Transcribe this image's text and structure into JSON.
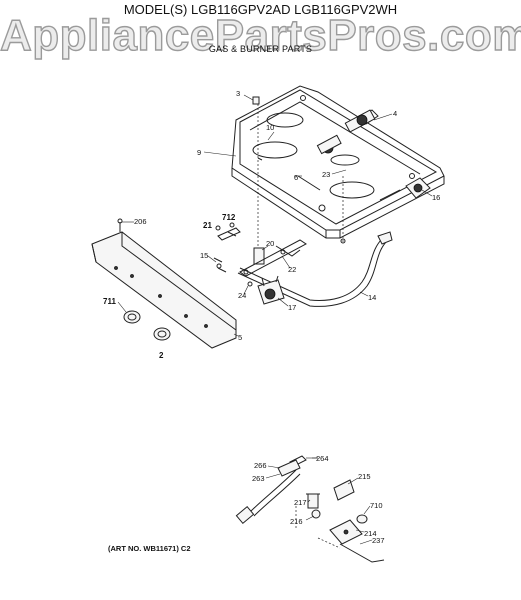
{
  "watermark": "AppliancePartsPros.com",
  "models_line": "MODEL(S) LGB116GPV2AD  LGB116GPV2WH",
  "section_title": "GAS & BURNER PARTS",
  "art_no": "(ART NO. WB11671) C2",
  "callouts": {
    "c3": "3",
    "c4": "4",
    "c9": "9",
    "c10": "10",
    "c6": "6",
    "c23": "23",
    "c16": "16",
    "c206": "206",
    "c21": "21",
    "c712": "712",
    "c20": "20",
    "c15": "15",
    "c22": "22",
    "c24": "24",
    "c14": "14",
    "c17": "17",
    "c711": "711",
    "c5": "5",
    "c2": "2",
    "c264": "264",
    "c266": "266",
    "c263": "263",
    "c215": "215",
    "c217": "217",
    "c710": "710",
    "c216": "216",
    "c214": "214",
    "c237": "237"
  }
}
